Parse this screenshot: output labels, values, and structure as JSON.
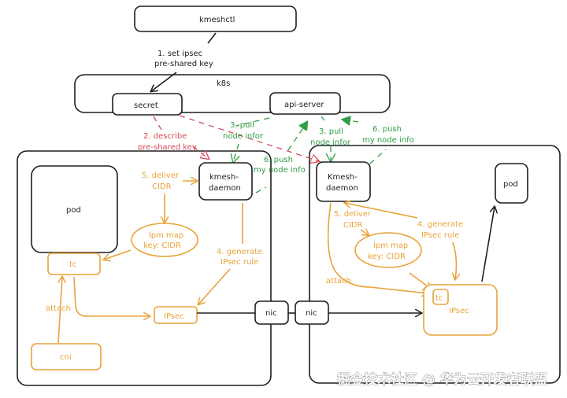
{
  "diagram": {
    "nodes": {
      "kmeshctl": "kmeshctl",
      "k8s": "k8s",
      "secret": "secret",
      "api_server": "api-server",
      "left_daemon_l1": "kmesh-",
      "left_daemon_l2": "daemon",
      "right_daemon_l1": "Kmesh-",
      "right_daemon_l2": "daemon",
      "left_pod": "pod",
      "right_pod": "pod",
      "left_tc": "tc",
      "right_tc": "tc",
      "left_ipsec": "IPsec",
      "right_ipsec": "IPsec",
      "cni": "cni",
      "left_nic": "nic",
      "right_nic": "nic",
      "left_lpm_l1": "lpm map",
      "left_lpm_l2": "key: CIDR",
      "right_lpm_l1": "lpm map",
      "right_lpm_l2": "key: CIDR"
    },
    "labels": {
      "step1_l1": "1. set ipsec",
      "step1_l2": "pre-shared key",
      "step2_l1": "2. describe",
      "step2_l2": "pre-shared key",
      "left_step3_l1": "3. pull",
      "left_step3_l2": "node infor",
      "right_step3_l1": "3. pull",
      "right_step3_l2": "node infor",
      "left_step6_l1": "6. push",
      "left_step6_l2": "my node info",
      "right_step6_l1": "6. push",
      "right_step6_l2": "my node info",
      "left_step5_l1": "5. deliver",
      "left_step5_l2": "CIDR",
      "right_step5_l1": "5. deliver",
      "right_step5_l2": "CIDR",
      "left_step4_l1": "4. generate",
      "left_step4_l2": "IPsec rule",
      "right_step4_l1": "4. generate",
      "right_step4_l2": "IPsec rule",
      "left_attach": "attach",
      "right_attach": "attach"
    },
    "watermark": "掘金技术社区 @ 华为云开发者联盟",
    "colors": {
      "black": "#1e1e1e",
      "orange": "#e8a33a",
      "red": "#d6485a",
      "green": "#2f9e44"
    }
  }
}
